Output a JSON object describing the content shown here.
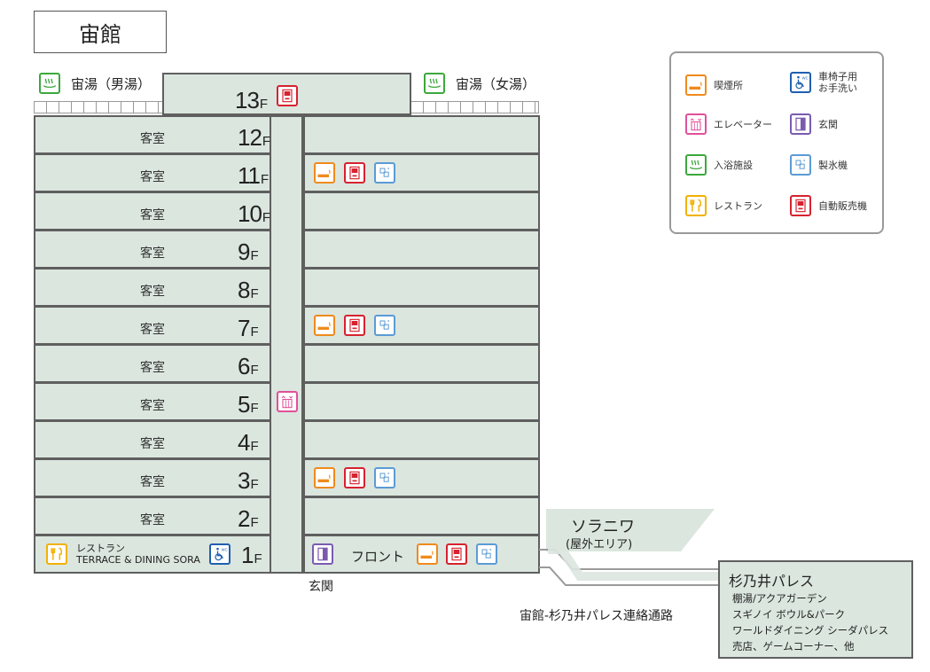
{
  "building_title": "宙館",
  "baths": {
    "men": "宙湯（男湯）",
    "women": "宙湯（女湯）"
  },
  "floors": [
    {
      "num": "13",
      "unit": "F",
      "room": ""
    },
    {
      "num": "12",
      "unit": "F",
      "room": "客室"
    },
    {
      "num": "11",
      "unit": "F",
      "room": "客室"
    },
    {
      "num": "10",
      "unit": "F",
      "room": "客室"
    },
    {
      "num": "9",
      "unit": "F",
      "room": "客室"
    },
    {
      "num": "8",
      "unit": "F",
      "room": "客室"
    },
    {
      "num": "7",
      "unit": "F",
      "room": "客室"
    },
    {
      "num": "6",
      "unit": "F",
      "room": "客室"
    },
    {
      "num": "5",
      "unit": "F",
      "room": "客室"
    },
    {
      "num": "4",
      "unit": "F",
      "room": "客室"
    },
    {
      "num": "3",
      "unit": "F",
      "room": "客室"
    },
    {
      "num": "2",
      "unit": "F",
      "room": "客室"
    },
    {
      "num": "1",
      "unit": "F",
      "room": ""
    }
  ],
  "first_floor": {
    "restaurant_label": "レストラン",
    "restaurant_name": "TERRACE & DINING SORA",
    "front": "フロント",
    "entrance": "玄関"
  },
  "soraniwa": {
    "name": "ソラニワ",
    "sub": "(屋外エリア)"
  },
  "corridor_label": "宙館-杉乃井パレス連絡通路",
  "palace": {
    "title": "杉乃井パレス",
    "items": [
      "棚湯/アクアガーデン",
      "スギノイ ボウル&パーク",
      "ワールドダイニング シーダパレス",
      "売店、ゲームコーナー、他"
    ]
  },
  "legend": {
    "smoking": "喫煙所",
    "wheelchair_wc_line1": "車椅子用",
    "wheelchair_wc_line2": "お手洗い",
    "elevator": "エレベーター",
    "entrance": "玄関",
    "bath": "入浴施設",
    "ice": "製氷機",
    "restaurant": "レストラン",
    "vending": "自動販売機"
  },
  "colors": {
    "floor_fill": "#dbe6df",
    "smoking": "#f08a1c",
    "vending": "#d7222f",
    "ice": "#5b9bd5",
    "bath": "#3ca83c",
    "elevator": "#e0509a",
    "entrance": "#7a5bb0",
    "restaurant": "#f2b100",
    "wheelchair_wc": "#1f5fb0"
  },
  "icons": [
    "smoking-icon",
    "wheelchair-wc-icon",
    "elevator-icon",
    "entrance-door-icon",
    "bath-icon",
    "ice-machine-icon",
    "restaurant-icon",
    "vending-machine-icon"
  ]
}
